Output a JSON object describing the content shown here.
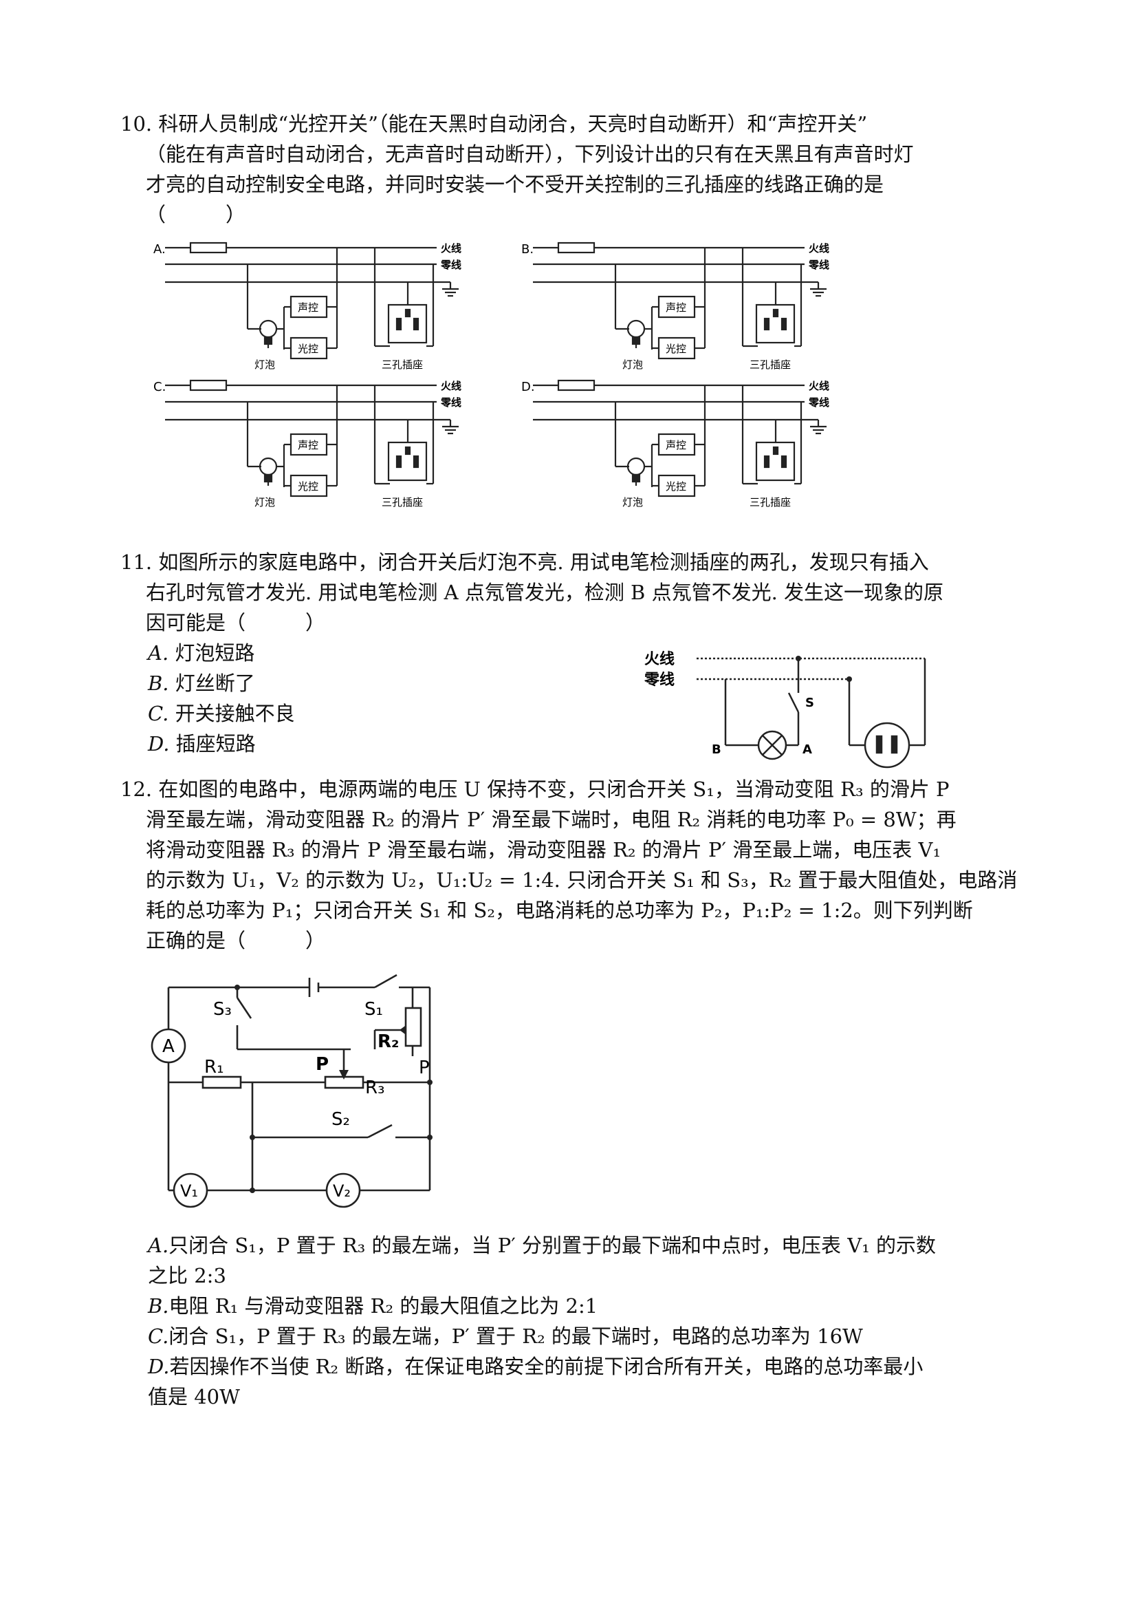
{
  "q10": {
    "lines": [
      "10. 科研人员制成“光控开关”（能在天黑时自动闭合，天亮时自动断开）和“声控开关”",
      "（能在有声音时自动闭合，无声音时自动断开），下列设计出的只有在天黑且有声音时灯",
      "才亮的自动控制安全电路，并同时安装一个不受开关控制的三孔插座的线路正确的是",
      "（　　　）"
    ],
    "diagrams": {
      "A": {
        "letter": "A.",
        "live": "火线",
        "neutral": "零线",
        "sound": "声控",
        "light": "光控",
        "bulb": "灯泡",
        "socket": "三孔插座"
      },
      "B": {
        "letter": "B.",
        "live": "火线",
        "neutral": "零线",
        "sound": "声控",
        "light": "光控",
        "bulb": "灯泡",
        "socket": "三孔插座"
      },
      "C": {
        "letter": "C.",
        "live": "火线",
        "neutral": "零线",
        "sound": "声控",
        "light": "光控",
        "bulb": "灯泡",
        "socket": "三孔插座"
      },
      "D": {
        "letter": "D.",
        "live": "火线",
        "neutral": "零线",
        "sound": "声控",
        "light": "光控",
        "bulb": "灯泡",
        "socket": "三孔插座"
      }
    }
  },
  "q11": {
    "lines": [
      "11. 如图所示的家庭电路中，闭合开关后灯泡不亮. 用试电笔检测插座的两孔，发现只有插入",
      "右孔时氖管才发光. 用试电笔检测 A 点氖管发光，检测 B 点氖管不发光. 发生这一现象的原",
      "因可能是（　　　）"
    ],
    "options": [
      {
        "label": "A.",
        "text": "灯泡短路"
      },
      {
        "label": "B.",
        "text": "灯丝断了"
      },
      {
        "label": "C.",
        "text": "开关接触不良"
      },
      {
        "label": "D.",
        "text": "插座短路"
      }
    ],
    "figure": {
      "live": "火线",
      "neutral": "零线",
      "switch": "S",
      "point_a": "A",
      "point_b": "B"
    }
  },
  "q12": {
    "lines": [
      "12. 在如图的电路中，电源两端的电压 U 保持不变，只闭合开关 S₁，当滑动变阻 R₃ 的滑片 P",
      "滑至最左端，滑动变阻器 R₂ 的滑片 P′ 滑至最下端时，电阻 R₂ 消耗的电功率 P₀ = 8W；再",
      "将滑动变阻器 R₃ 的滑片 P 滑至最右端，滑动变阻器 R₂ 的滑片 P′ 滑至最上端，电压表 V₁",
      "的示数为 U₁，V₂ 的示数为 U₂，U₁:U₂ = 1:4. 只闭合开关 S₁ 和 S₃，R₂ 置于最大阻值处，电路消",
      "耗的总功率为 P₁；只闭合开关 S₁ 和 S₂，电路消耗的总功率为 P₂，P₁:P₂ = 1:2。则下列判断",
      "正确的是（　　　）"
    ],
    "figure": {
      "ammeter": "A",
      "s3": "S₃",
      "s1": "S₁",
      "r2": "R₂",
      "p_prime": "P",
      "r1": "R₁",
      "p": "P",
      "r3": "R₃",
      "s2": "S₂",
      "v1": "V₁",
      "v2": "V₂"
    },
    "options": [
      {
        "label": "A.",
        "lines": [
          "只闭合 S₁，P 置于 R₃ 的最左端，当 P′ 分别置于的最下端和中点时，电压表 V₁ 的示数",
          "之比 2:3"
        ]
      },
      {
        "label": "B.",
        "lines": [
          "电阻 R₁ 与滑动变阻器 R₂ 的最大阻值之比为 2:1"
        ]
      },
      {
        "label": "C.",
        "lines": [
          "闭合 S₁，P 置于 R₃ 的最左端，P′ 置于 R₂ 的最下端时，电路的总功率为 16W"
        ]
      },
      {
        "label": "D.",
        "lines": [
          "若因操作不当使 R₂ 断路，在保证电路安全的前提下闭合所有开关，电路的总功率最小",
          "值是 40W"
        ]
      }
    ]
  }
}
